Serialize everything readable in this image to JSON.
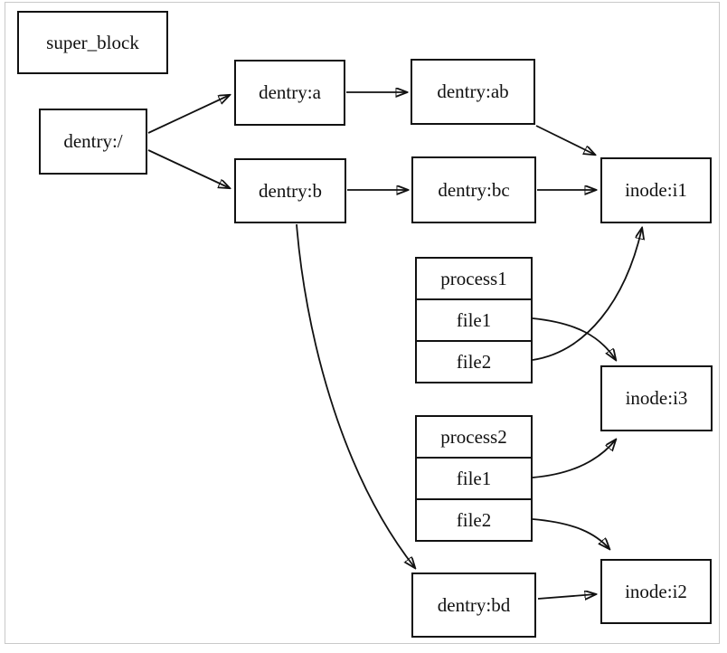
{
  "diagram": {
    "kind": "vfs-structure-graph",
    "colors": {
      "background": "#ffffff",
      "node_border": "#111111",
      "edge": "#111111",
      "frame": "#c9c9c9"
    },
    "nodes": {
      "super_block": {
        "label": "super_block"
      },
      "dentry_root": {
        "label": "dentry:/"
      },
      "dentry_a": {
        "label": "dentry:a"
      },
      "dentry_b": {
        "label": "dentry:b"
      },
      "dentry_ab": {
        "label": "dentry:ab"
      },
      "dentry_bc": {
        "label": "dentry:bc"
      },
      "dentry_bd": {
        "label": "dentry:bd"
      },
      "inode_i1": {
        "label": "inode:i1"
      },
      "inode_i2": {
        "label": "inode:i2"
      },
      "inode_i3": {
        "label": "inode:i3"
      }
    },
    "tables": {
      "process1": {
        "header": "process1",
        "rows": [
          "file1",
          "file2"
        ]
      },
      "process2": {
        "header": "process2",
        "rows": [
          "file1",
          "file2"
        ]
      }
    },
    "edges": [
      {
        "from": "dentry:/",
        "to": "dentry:a"
      },
      {
        "from": "dentry:/",
        "to": "dentry:b"
      },
      {
        "from": "dentry:a",
        "to": "dentry:ab"
      },
      {
        "from": "dentry:b",
        "to": "dentry:bc"
      },
      {
        "from": "dentry:b",
        "to": "dentry:bd"
      },
      {
        "from": "dentry:ab",
        "to": "inode:i1"
      },
      {
        "from": "dentry:bc",
        "to": "inode:i1"
      },
      {
        "from": "dentry:bd",
        "to": "inode:i2"
      },
      {
        "from": "process1.file1",
        "to": "inode:i3"
      },
      {
        "from": "process1.file2",
        "to": "inode:i1"
      },
      {
        "from": "process2.file1",
        "to": "inode:i3"
      },
      {
        "from": "process2.file2",
        "to": "inode:i2"
      }
    ]
  }
}
